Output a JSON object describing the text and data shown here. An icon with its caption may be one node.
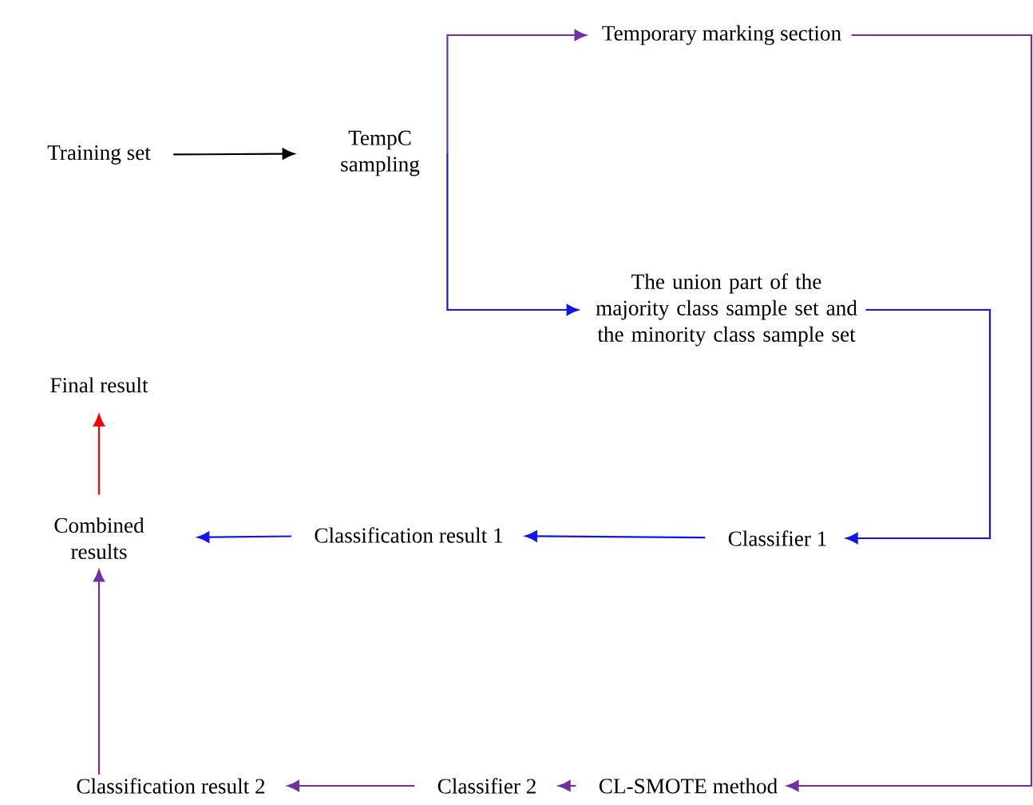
{
  "diagram": {
    "nodes": [
      {
        "text": [
          "Training set"
        ]
      },
      {
        "text": [
          "TempC sampling"
        ]
      },
      {
        "text": [
          "Temporary marking section"
        ]
      },
      {
        "text": [
          "The union part of the majority class sample set and the minority class sample set"
        ]
      },
      {
        "text": [
          "Final result"
        ]
      },
      {
        "text": [
          "Combined results"
        ]
      },
      {
        "text": [
          "Classification result 1"
        ]
      },
      {
        "text": [
          "Classifier 1"
        ]
      },
      {
        "text": [
          "Classification result 2"
        ]
      },
      {
        "text": [
          "Classifier 2"
        ]
      },
      {
        "text": [
          "CL-SMOTE method"
        ]
      }
    ],
    "edges": [
      {
        "from": 0,
        "to": 1,
        "arrow": "to",
        "color": "#000000"
      },
      {
        "from": 1,
        "to": 2,
        "arrow": "to"
      },
      {
        "from": 1,
        "to": 3,
        "arrow": "to",
        "color": "#1414e6"
      },
      {
        "from": 2,
        "to": 10,
        "arrow": "to"
      },
      {
        "from": 3,
        "to": 7,
        "arrow": "to",
        "color": "#1414e6"
      },
      {
        "from": 7,
        "to": 6,
        "arrow": "to",
        "color": "#1414e6"
      },
      {
        "from": 6,
        "to": 5,
        "arrow": "to",
        "color": "#1414e6"
      },
      {
        "from": 5,
        "to": 4,
        "arrow": "to",
        "color": "#ff0000"
      },
      {
        "from": 10,
        "to": 9,
        "arrow": "to"
      },
      {
        "from": 9,
        "to": 8,
        "arrow": "to"
      },
      {
        "from": 8,
        "to": 5,
        "arrow": "to"
      }
    ]
  }
}
